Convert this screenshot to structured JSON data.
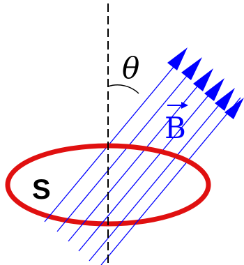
{
  "labels": {
    "angle": "θ",
    "area": "S",
    "field": "B"
  },
  "colors": {
    "loop": "#e01010",
    "field": "#0000ff",
    "axis": "#000000",
    "text": "#000000"
  }
}
